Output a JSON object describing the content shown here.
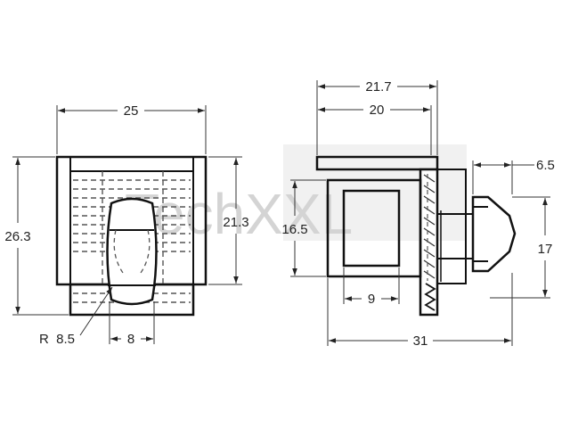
{
  "watermark": {
    "text": "TechXXL",
    "color": "#d8d8d8"
  },
  "colors": {
    "line": "#111111",
    "hidden": "#555555",
    "dim": "#333333"
  },
  "front_view": {
    "width_label": "25",
    "height_label": "26.3",
    "inner_height_label": "21.3",
    "radius_label": "R  8.5",
    "slot_label": "8"
  },
  "side_view": {
    "overall_top_label": "21.7",
    "inner_top_label": "20",
    "flange_label": "6.5",
    "height_label": "16.5",
    "knob_height_label": "17",
    "window_label": "9",
    "overall_length_label": "31"
  }
}
